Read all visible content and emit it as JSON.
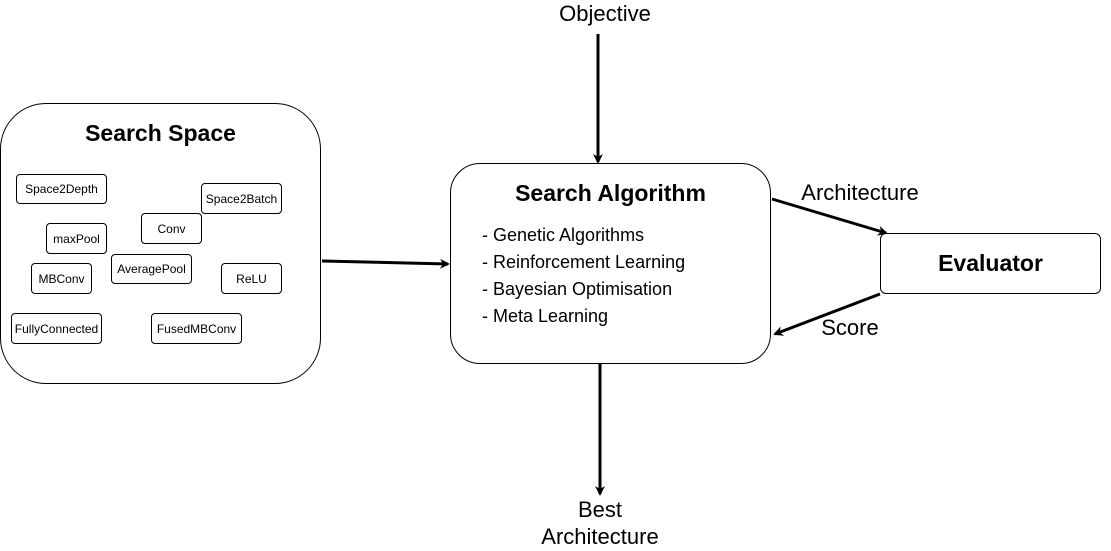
{
  "objective_label": "Objective",
  "search_space": {
    "title": "Search Space",
    "operations": [
      "Space2Depth",
      "Space2Batch",
      "Conv",
      "maxPool",
      "AveragePool",
      "MBConv",
      "ReLU",
      "FullyConnected",
      "FusedMBConv"
    ]
  },
  "search_algorithm": {
    "title": "Search Algorithm",
    "methods": [
      "- Genetic Algorithms",
      "- Reinforcement Learning",
      "- Bayesian Optimisation",
      "- Meta Learning"
    ]
  },
  "evaluator": {
    "title": "Evaluator"
  },
  "edges": {
    "architecture_label": "Architecture",
    "score_label": "Score"
  },
  "output": {
    "line1": "Best",
    "line2": "Architecture"
  }
}
